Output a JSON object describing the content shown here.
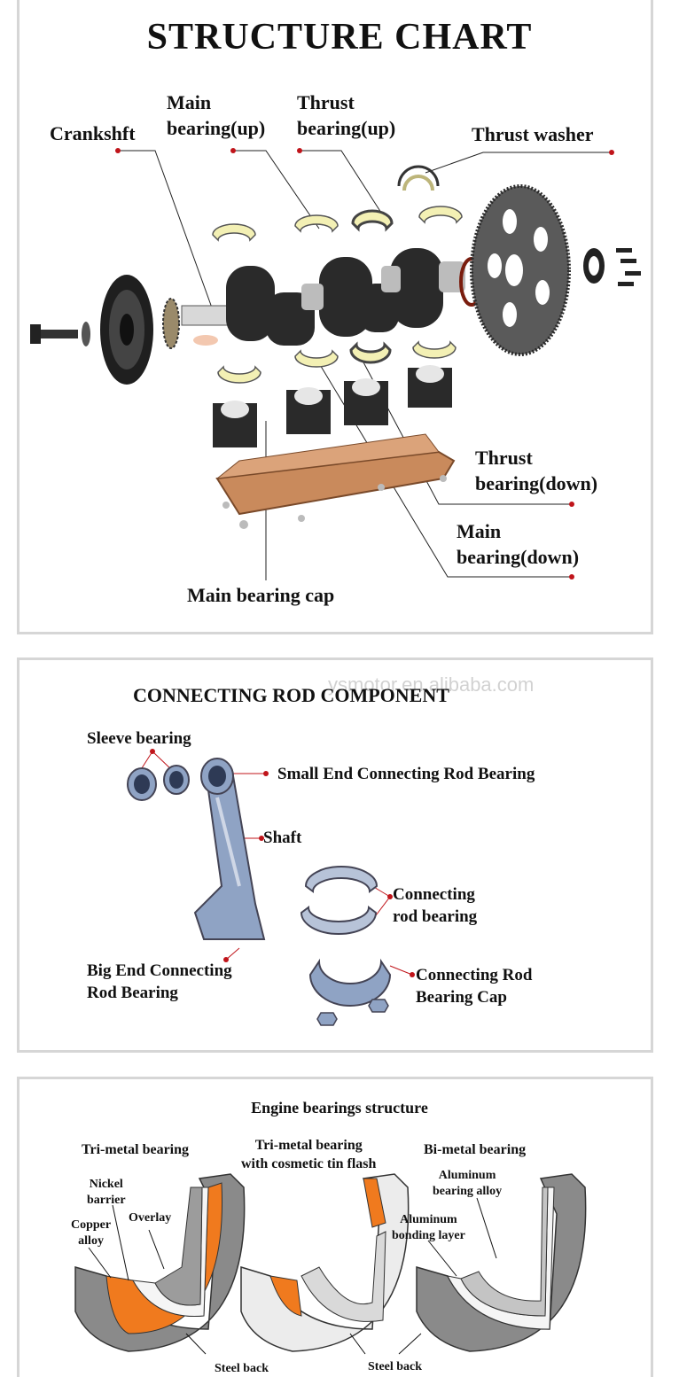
{
  "section1": {
    "title": "STRUCTURE CHART",
    "labels": {
      "crankshaft": "Crankshft",
      "main_bearing_up": "Main\nbearing(up)",
      "thrust_bearing_up": "Thrust\nbearing(up)",
      "thrust_washer": "Thrust washer",
      "thrust_bearing_down": "Thrust\nbearing(down)",
      "main_bearing_down": "Main\nbearing(down)",
      "main_bearing_cap": "Main bearing cap"
    }
  },
  "section2": {
    "title": "CONNECTING ROD COMPONENT",
    "watermark": "ysmotor.en.alibaba.com",
    "labels": {
      "sleeve_bearing": "Sleeve bearing",
      "small_end": "Small End Connecting Rod Bearing",
      "shaft": "Shaft",
      "connecting_rod_bearing": "Connecting\nrod bearing",
      "big_end": "Big End Connecting\nRod Bearing",
      "rod_bearing_cap": "Connecting Rod\nBearing Cap"
    }
  },
  "section3": {
    "title": "Engine bearings structure",
    "trimetal": {
      "heading": "Tri-metal bearing",
      "nickel": "Nickel\nbarrier",
      "copper": "Copper\nalloy",
      "overlay": "Overlay",
      "steel": "Steel back"
    },
    "tin": {
      "heading": "Tri-metal bearing\nwith cosmetic tin flash",
      "steel": "Steel back"
    },
    "bimetal": {
      "heading": "Bi-metal bearing",
      "aluminum_alloy": "Aluminum\nbearing alloy",
      "bonding": "Aluminum\nbonding layer"
    }
  },
  "colors": {
    "leader_red": "#c0141a",
    "copper_orange": "#f07a1e",
    "steel_gray": "#8a8a8a",
    "bearing_blue": "#8fa3c4",
    "plate_copper": "#c98a5c"
  }
}
